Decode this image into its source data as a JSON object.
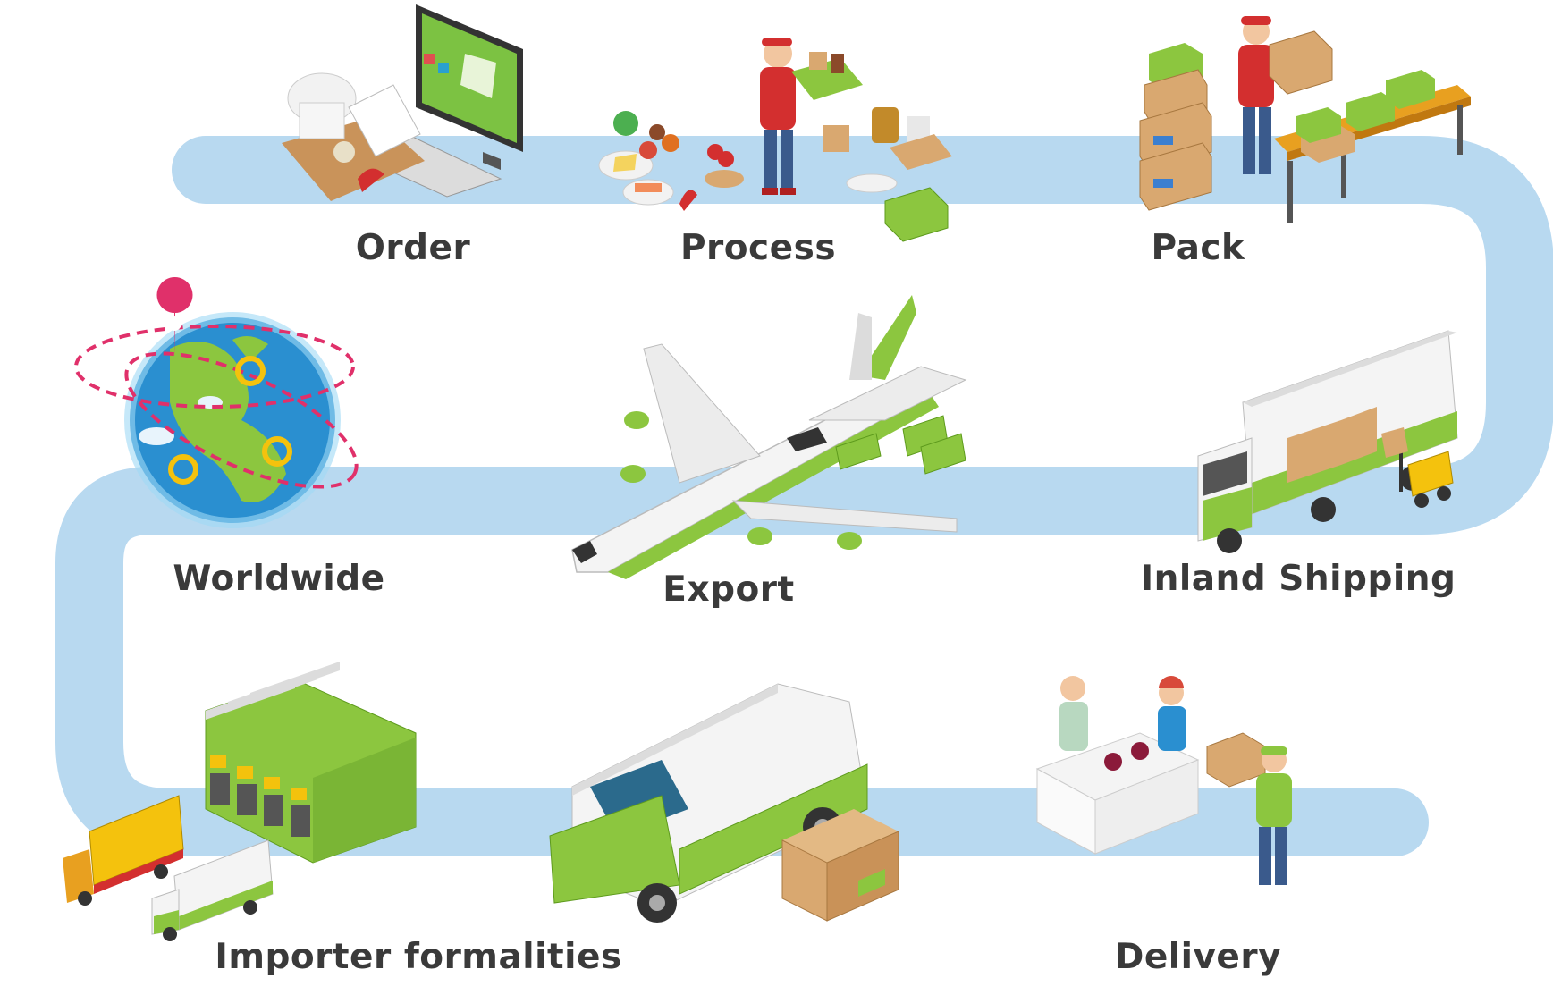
{
  "steps": [
    {
      "id": "order",
      "label": "Order"
    },
    {
      "id": "process",
      "label": "Process"
    },
    {
      "id": "pack",
      "label": "Pack"
    },
    {
      "id": "worldwide",
      "label": "Worldwide"
    },
    {
      "id": "export",
      "label": "Export"
    },
    {
      "id": "inland",
      "label": "Inland Shipping"
    },
    {
      "id": "importer",
      "label": "Importer formalities"
    },
    {
      "id": "delivery",
      "label": "Delivery"
    }
  ],
  "colors": {
    "path": "#b8d9f0",
    "green": "#8cc63f",
    "darkgreen": "#5e9b1d",
    "label": "#3a3a3a",
    "red": "#d32f2f",
    "cardboard": "#d9a870",
    "globe": "#2a8fd0"
  },
  "icons": [
    "computer-icon",
    "chef-hat-icon",
    "food-spread-icon",
    "worker-icon",
    "boxes-icon",
    "conveyor-icon",
    "globe-icon",
    "airplane-icon",
    "truck-icon",
    "forklift-icon",
    "warehouse-hub-icon",
    "van-icon",
    "parcel-icon",
    "dining-table-icon",
    "courier-icon"
  ]
}
